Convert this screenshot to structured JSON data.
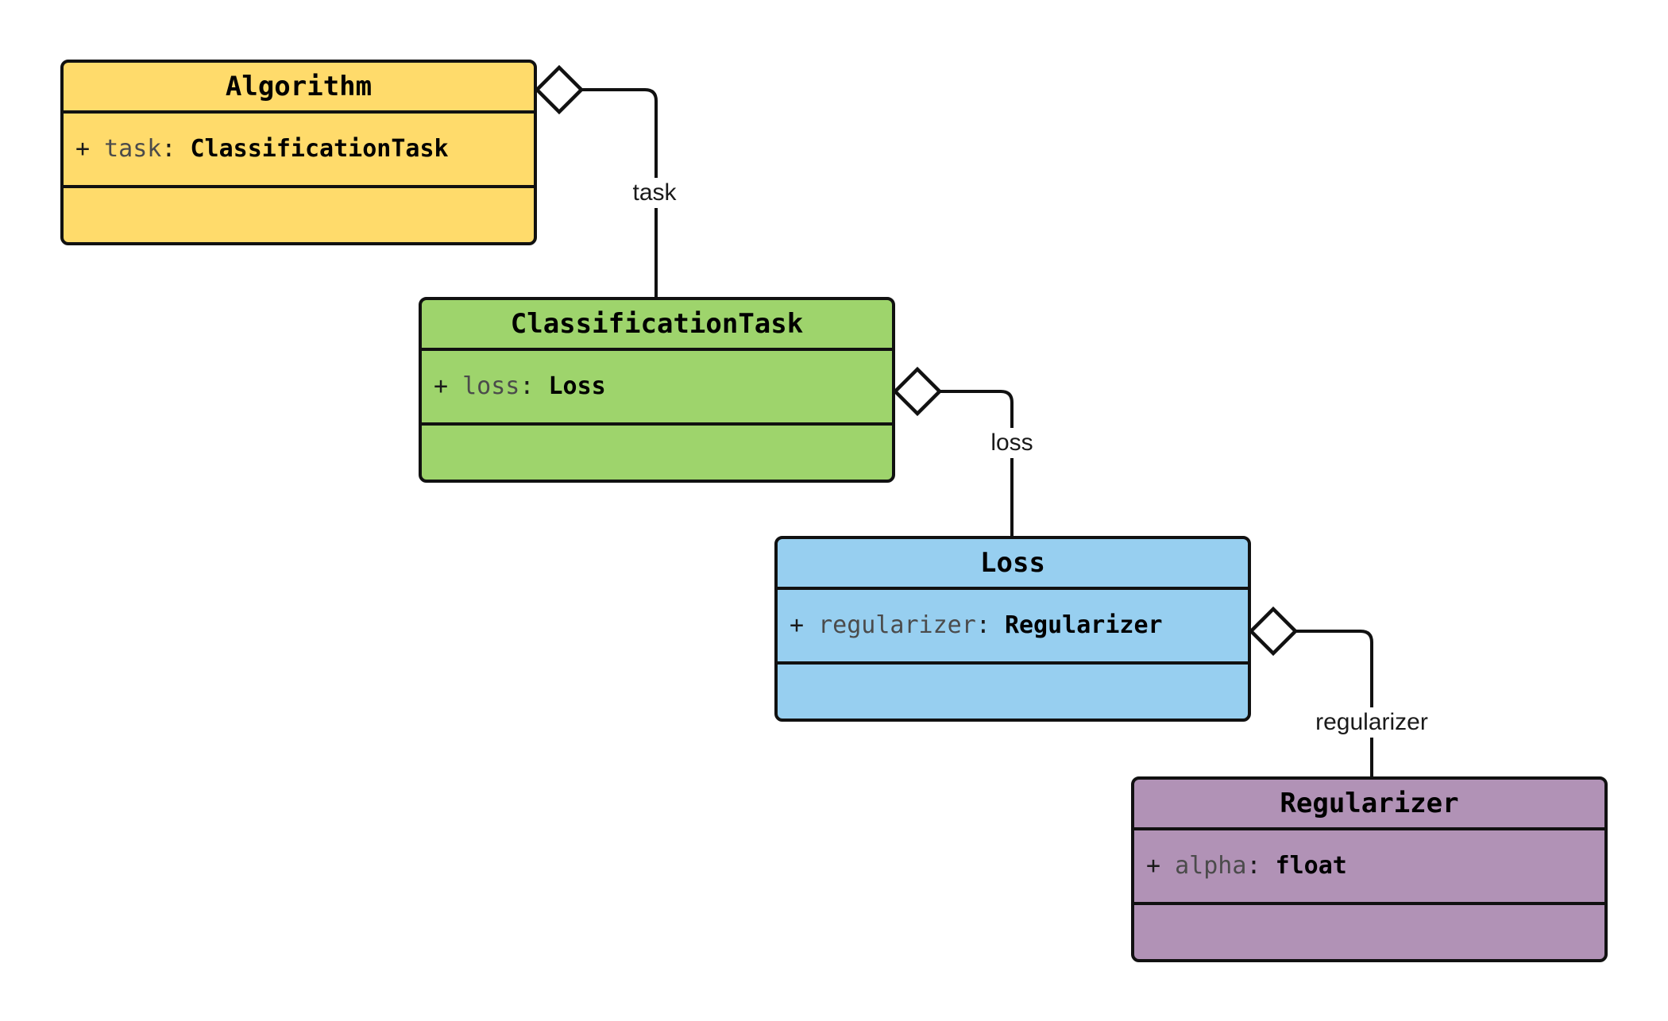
{
  "diagram": {
    "type": "uml-class-diagram",
    "background_color": "#ffffff",
    "border_color": "#111111",
    "classes": [
      {
        "name": "Algorithm",
        "fill": "#FFDB6B",
        "attribute": {
          "visibility": "+",
          "name": "task",
          "colon": ":",
          "type": "ClassificationTask"
        }
      },
      {
        "name": "ClassificationTask",
        "fill": "#9ED46C",
        "attribute": {
          "visibility": "+",
          "name": "loss",
          "colon": ":",
          "type": "Loss"
        }
      },
      {
        "name": "Loss",
        "fill": "#97CFF0",
        "attribute": {
          "visibility": "+",
          "name": "regularizer",
          "colon": ":",
          "type": "Regularizer"
        }
      },
      {
        "name": "Regularizer",
        "fill": "#B192B6",
        "attribute": {
          "visibility": "+",
          "name": "alpha",
          "colon": ":",
          "type": "float"
        }
      }
    ],
    "edges": [
      {
        "kind": "aggregation",
        "from": "Algorithm",
        "to": "ClassificationTask",
        "label": "task"
      },
      {
        "kind": "aggregation",
        "from": "ClassificationTask",
        "to": "Loss",
        "label": "loss"
      },
      {
        "kind": "aggregation",
        "from": "Loss",
        "to": "Regularizer",
        "label": "regularizer"
      }
    ]
  }
}
